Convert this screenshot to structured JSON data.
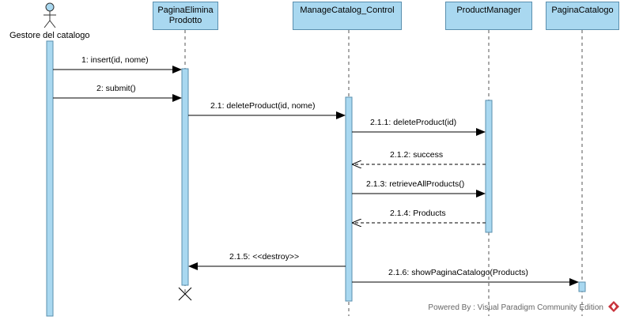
{
  "actor": {
    "label": "Gestore del catalogo"
  },
  "lifelines": [
    {
      "id": "pagina_elimina",
      "line1": "PaginaElimina",
      "line2": "Prodotto"
    },
    {
      "id": "manage_catalog",
      "label": "ManageCatalog_Control"
    },
    {
      "id": "product_manager",
      "label": "ProductManager"
    },
    {
      "id": "pagina_catalogo",
      "label": "PaginaCatalogo"
    }
  ],
  "messages": [
    {
      "id": "m1",
      "label": "1: insert(id, nome)",
      "kind": "sync"
    },
    {
      "id": "m2",
      "label": "2: submit()",
      "kind": "sync"
    },
    {
      "id": "m21",
      "label": "2.1: deleteProduct(id, nome)",
      "kind": "sync"
    },
    {
      "id": "m211",
      "label": "2.1.1: deleteProduct(id)",
      "kind": "sync"
    },
    {
      "id": "m212",
      "label": "2.1.2: success",
      "kind": "return"
    },
    {
      "id": "m213",
      "label": "2.1.3: retrieveAllProducts()",
      "kind": "sync"
    },
    {
      "id": "m214",
      "label": "2.1.4: Products",
      "kind": "return"
    },
    {
      "id": "m215",
      "label": "2.1.5: <<destroy>>",
      "kind": "sync"
    },
    {
      "id": "m216",
      "label": "2.1.6: showPaginaCatalogo(Products)",
      "kind": "sync"
    }
  ],
  "footer": {
    "text": "Powered By : Visual Paradigm Community Edition"
  },
  "colors": {
    "box_fill": "#a9d8f0",
    "box_stroke": "#5a8fae",
    "lifeline": "#555555",
    "logo": "#c8333b"
  }
}
